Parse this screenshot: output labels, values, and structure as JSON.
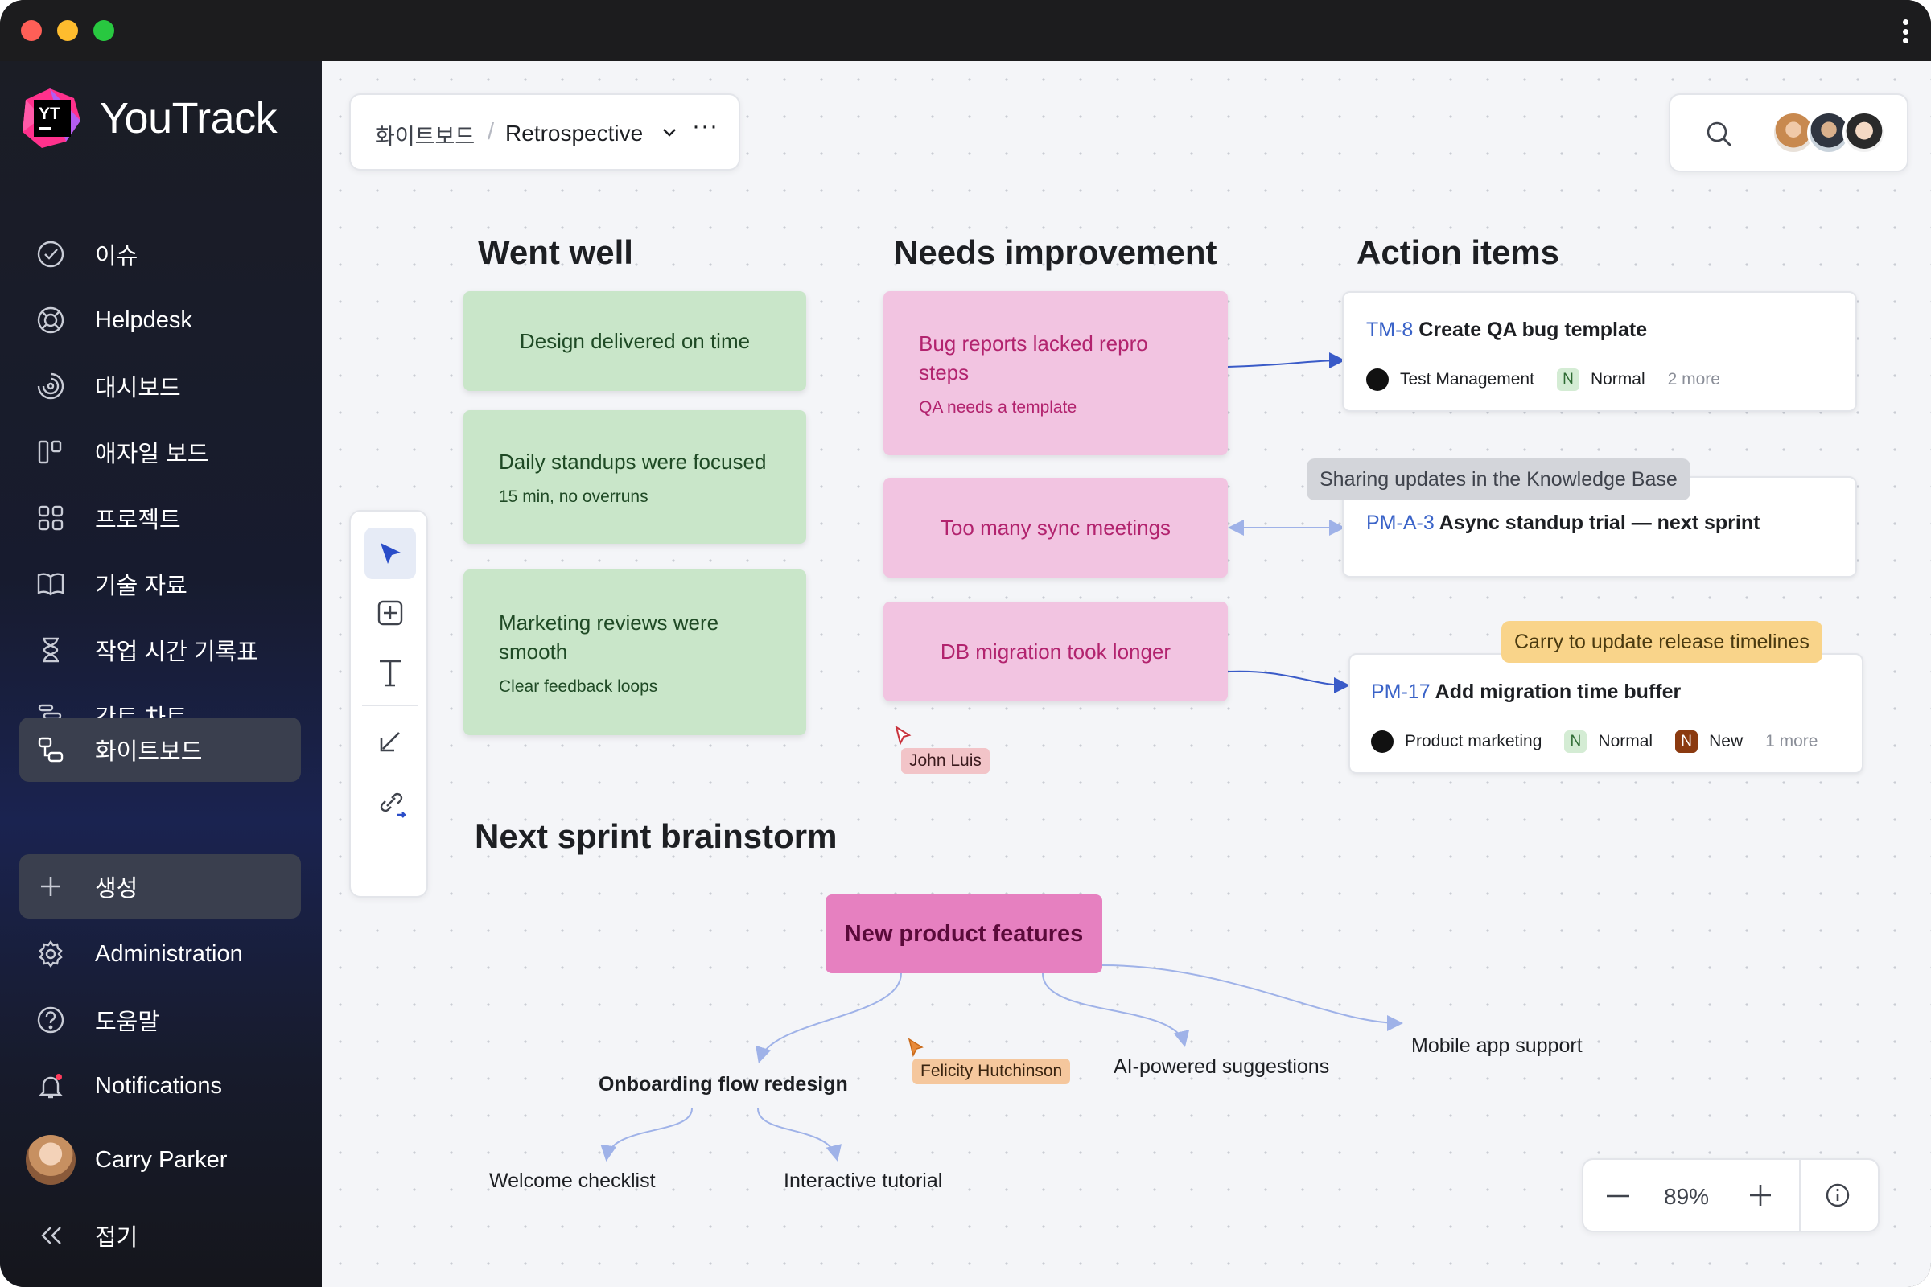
{
  "window": {
    "traffic_lights": [
      "#ff5f57",
      "#febc2e",
      "#28c840"
    ]
  },
  "app": {
    "name": "YouTrack",
    "logo_text": "YT"
  },
  "sidebar": {
    "items": [
      {
        "label": "이슈",
        "icon": "check-circle-icon"
      },
      {
        "label": "Helpdesk",
        "icon": "lifebuoy-icon"
      },
      {
        "label": "대시보드",
        "icon": "dashboard-spiral-icon"
      },
      {
        "label": "애자일 보드",
        "icon": "agile-board-icon"
      },
      {
        "label": "프로젝트",
        "icon": "projects-grid-icon"
      },
      {
        "label": "기술 자료",
        "icon": "knowledge-book-icon"
      },
      {
        "label": "작업 시간 기록표",
        "icon": "hourglass-icon"
      },
      {
        "label": "간트 차트",
        "icon": "gantt-icon"
      },
      {
        "label": "화이트보드",
        "icon": "whiteboard-icon",
        "active": true
      }
    ],
    "bottom": [
      {
        "label": "생성",
        "icon": "plus-icon"
      },
      {
        "label": "Administration",
        "icon": "gear-icon"
      },
      {
        "label": "도움말",
        "icon": "help-circle-icon"
      },
      {
        "label": "Notifications",
        "icon": "bell-icon"
      }
    ],
    "user": {
      "name": "Carry Parker"
    },
    "collapse_label": "접기"
  },
  "header": {
    "breadcrumb_root": "화이트보드",
    "separator": "/",
    "board_name": "Retrospective",
    "more": "···"
  },
  "board": {
    "columns": [
      {
        "title": "Went well"
      },
      {
        "title": "Needs improvement"
      },
      {
        "title": "Action items"
      }
    ],
    "went_well": [
      {
        "text": "Design delivered on time"
      },
      {
        "text": "Daily standups were focused",
        "sub": "15 min, no overruns"
      },
      {
        "text": "Marketing reviews were smooth",
        "sub": "Clear feedback loops"
      }
    ],
    "needs_improvement": [
      {
        "text": "Bug reports lacked repro steps",
        "sub": "QA needs a template"
      },
      {
        "text": "Too many sync meetings"
      },
      {
        "text": "DB migration took longer"
      }
    ],
    "action_items": [
      {
        "id": "TM-8",
        "title": "Create QA bug template",
        "project": "Test Management",
        "priority_badge": "N",
        "priority": "Normal",
        "more": "2 more"
      },
      {
        "id": "PM-A-3",
        "title": "Async standup trial — next sprint"
      },
      {
        "id": "PM-17",
        "title": "Add migration time buffer",
        "project": "Product marketing",
        "priority_badge": "N",
        "priority": "Normal",
        "state_badge": "N",
        "state": "New",
        "more": "1 more"
      }
    ],
    "labels": {
      "knowledge": "Sharing updates in the Knowledge Base",
      "carry": "Carry to update release timelines"
    },
    "brainstorm": {
      "title": "Next sprint brainstorm",
      "root": "New product features",
      "nodes": [
        "Onboarding flow redesign",
        "AI-powered suggestions",
        "Mobile app support",
        "Welcome checklist",
        "Interactive tutorial"
      ]
    },
    "cursors": [
      {
        "name": "John Luis",
        "color": "#f2c4c8",
        "pointer": "#c8323c"
      },
      {
        "name": "Felicity Hutchinson",
        "color": "#f5c79d",
        "pointer": "#e88a3a"
      }
    ]
  },
  "zoom": {
    "value": "89%",
    "minus": "—",
    "plus": "+"
  }
}
